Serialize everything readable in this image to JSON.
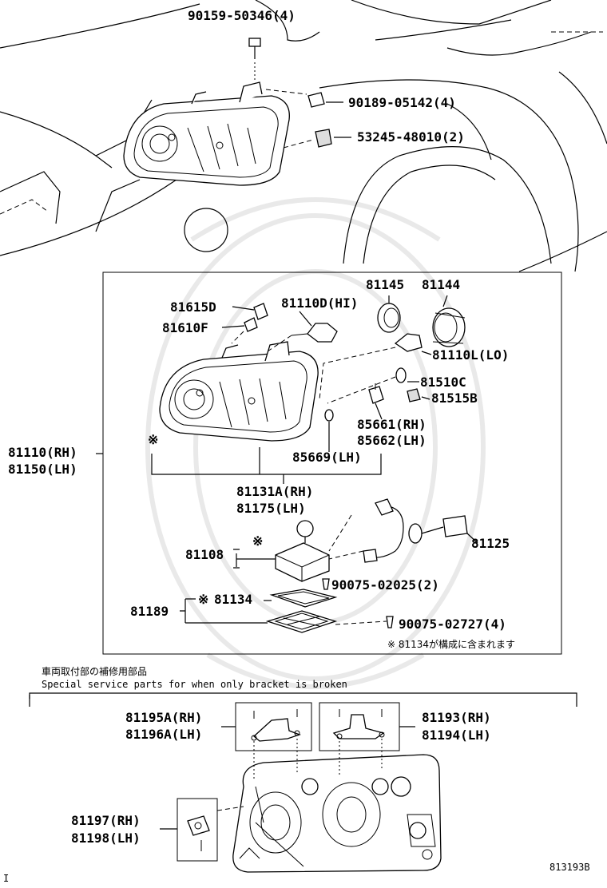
{
  "labels": {
    "top_bolt": "90159-50346(4)",
    "top_clip": "90189-05142(4)",
    "top_retainer": "53245-48010(2)",
    "socket_81145": "81145",
    "cap_81144": "81144",
    "socket_81615": "81615D",
    "bulb_81610": "81610F",
    "bulb_hi": "81110D(HI)",
    "bulb_lo": "81110L(LO)",
    "bulb_81510": "81510C",
    "socket_81515": "81515B",
    "gasket_rh": "85661(RH)",
    "gasket_lh": "85662(LH)",
    "gasket_85669": "85669(LH)",
    "lamp_rh": "81110(RH)",
    "lamp_lh": "81150(LH)",
    "unit_rh": "81131A(RH)",
    "unit_lh": "81175(LH)",
    "wire_81125": "81125",
    "ballast_81108": "81108",
    "cover_81134": "81134",
    "cover_81189": "81189",
    "screw_02025": "90075-02025(2)",
    "screw_02727": "90075-02727(4)",
    "kome_mark": "※",
    "footnote": "※ 81134が構成に含まれます",
    "bracket_a_rh": "81195A(RH)",
    "bracket_a_lh": "81196A(LH)",
    "bracket_b_rh": "81193(RH)",
    "bracket_b_lh": "81194(LH)",
    "bracket_c_rh": "81197(RH)",
    "bracket_c_lh": "81198(LH)"
  },
  "section": {
    "title_jp": "車両取付部の補修用部品",
    "title_en": "Special service parts for when only bracket is broken"
  },
  "figure_id": "813193B",
  "corner_mark": "I"
}
